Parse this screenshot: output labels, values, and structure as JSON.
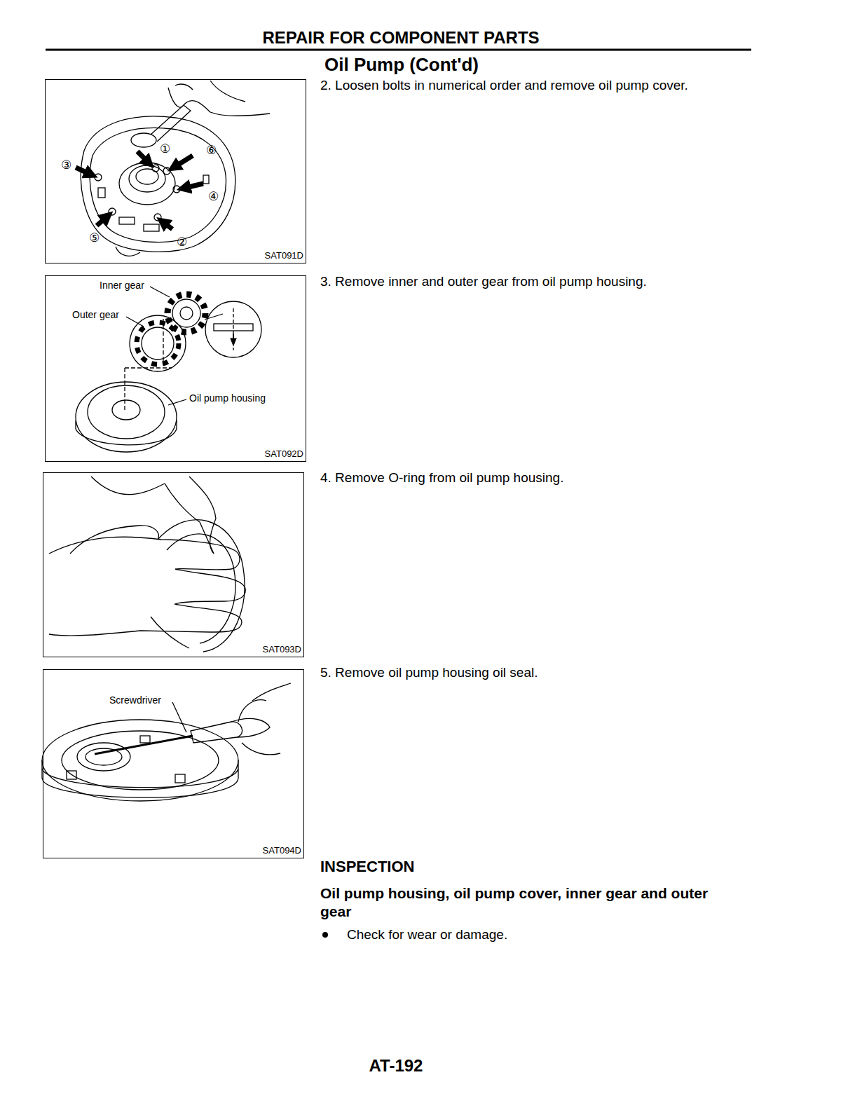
{
  "diagram": {
    "title": "REPAIR FOR COMPONENT PARTS",
    "nodes": [
      {
        "text": [
          "①",
          "⑥",
          "③",
          "④",
          "⑤",
          "②",
          "SAT091D"
        ]
      },
      {
        "text": [
          "Inner gear",
          "Outer gear",
          "Oil pump housing",
          "SAT092D"
        ]
      },
      {
        "text": [
          "SAT093D"
        ]
      },
      {
        "text": [
          "Screwdriver",
          "SAT094D"
        ]
      }
    ],
    "edges": [],
    "labels": [
      "Oil Pump (Cont'd)",
      "2. Loosen bolts in numerical order and remove oil pump cover.",
      "3. Remove inner and outer gear from oil pump housing.",
      "4. Remove O-ring from oil pump housing.",
      "5. Remove oil pump housing oil seal.",
      "INSPECTION",
      "Oil pump housing, oil pump cover, inner gear and outer gear",
      "Check for wear or damage.",
      "AT-192"
    ]
  }
}
